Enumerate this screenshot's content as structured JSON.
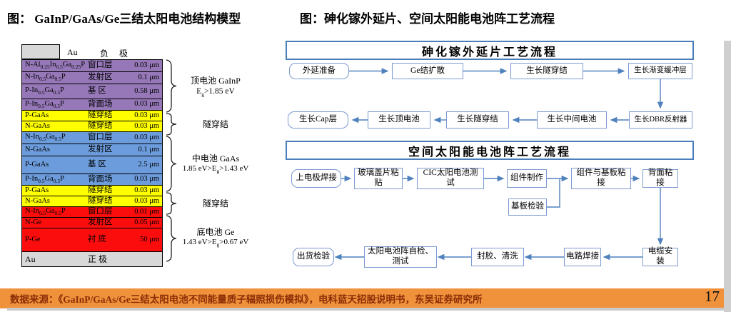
{
  "titles": {
    "left": "图：  GaInP/GaAs/Ge三结太阳电池结构模型",
    "right": "图：砷化镓外延片、空间太阳能电池阵工艺流程"
  },
  "stack": {
    "top_contact": {
      "material": "Au",
      "label": "负  极"
    },
    "layers": [
      {
        "material": "N-Al<sub>0.25</sub>In<sub>0.5</sub>Ga<sub>0.25</sub>P",
        "role": "窗口层",
        "thickness": "0.03 μm",
        "color": "purple"
      },
      {
        "material": "N-In<sub>0.5</sub>Ga<sub>0.5</sub>P",
        "role": "发射区",
        "thickness": "0.1 μm",
        "color": "purple"
      },
      {
        "material": "P-In<sub>0.5</sub>Ga<sub>0.5</sub>P",
        "role": "基  区",
        "thickness": "0.58 μm",
        "color": "purple"
      },
      {
        "material": "P-In<sub>0.5</sub>Ga<sub>0.5</sub>P",
        "role": "背面场",
        "thickness": "0.03 μm",
        "color": "purple"
      },
      {
        "material": "P-GaAs",
        "role": "隧穿结",
        "thickness": "0.03 μm",
        "color": "yellow"
      },
      {
        "material": "N-GaAs",
        "role": "隧穿结",
        "thickness": "0.03 μm",
        "color": "yellow"
      },
      {
        "material": "N-In<sub>0.5</sub>Ga<sub>0.5</sub>P",
        "role": "窗口层",
        "thickness": "0.03 μm",
        "color": "blue"
      },
      {
        "material": "N-GaAs",
        "role": "发射区",
        "thickness": "0.1 μm",
        "color": "blue"
      },
      {
        "material": "P-GaAs",
        "role": "基  区",
        "thickness": "2.5 μm",
        "color": "blue"
      },
      {
        "material": "P-In<sub>0.5</sub>Ga<sub>0.5</sub>P",
        "role": "背面场",
        "thickness": "0.03 μm",
        "color": "blue"
      },
      {
        "material": "P-GaAs",
        "role": "隧穿结",
        "thickness": "0.03 μm",
        "color": "yellow"
      },
      {
        "material": "N-GaAs",
        "role": "隧穿结",
        "thickness": "0.03 μm",
        "color": "yellow"
      },
      {
        "material": "N-In<sub>0.5</sub>Ga<sub>0.5</sub>P",
        "role": "窗口层",
        "thickness": "0.01 μm",
        "color": "red"
      },
      {
        "material": "N-Ge",
        "role": "发射区",
        "thickness": "0.05 μm",
        "color": "red"
      },
      {
        "material": "P-Ge",
        "role": "衬  底",
        "thickness": "50 μm",
        "color": "red"
      }
    ],
    "bottom_contact": {
      "material": "Au",
      "label": "正  极"
    },
    "groups": [
      {
        "line1": "顶电池 GaInP",
        "line2": "E<sub>g</sub>>1.85 eV"
      },
      {
        "line1": "隧穿结",
        "line2": ""
      },
      {
        "line1": "中电池 GaAs",
        "line2": "1.85 eV>E<sub>g</sub>>1.43 eV"
      },
      {
        "line1": "隧穿结",
        "line2": ""
      },
      {
        "line1": "底电池 Ge",
        "line2": "1.43 eV>E<sub>g</sub>>0.67 eV"
      }
    ]
  },
  "flow1": {
    "title": "砷化镓外延片工艺流程",
    "steps1": [
      "外延准备",
      "Ge结扩散",
      "生长隧穿结",
      "生长渐变缓冲层"
    ],
    "steps2": [
      "生长Cap层",
      "生长顶电池",
      "生长隧穿结",
      "生长中间电池",
      "生长DBR反射器"
    ]
  },
  "flow2": {
    "title": "空间太阳能电池阵工艺流程",
    "steps1": [
      "上电极焊接",
      "玻璃盖片粘贴",
      "CIC太阳电池测试",
      "组件制作",
      "组件与基板粘接",
      "背面粘接"
    ],
    "aux": "基板检验",
    "steps2": [
      "出货检验",
      "太阳电池阵自检、测试",
      "封胶、清洗",
      "电路焊接",
      "电缆安装"
    ]
  },
  "footer": {
    "source": "数据来源：《GaInP/GaAs/Ge三结太阳电池不同能量质子辐照损伤模拟》，电科蓝天招股说明书，东吴证券研究所",
    "page": "17"
  },
  "colors": {
    "top_cell": "#9678b8",
    "tunnel_junction": "#ffff00",
    "middle_cell": "#6d9cdc",
    "bottom_cell": "#fb0d0d",
    "contact": "#d8d8d8",
    "flow_border": "#7d9bd1",
    "flow_header_border": "#4a7ebb",
    "arrow": "#4f81bd",
    "footer_bar": "#f0913c",
    "footer_text": "#8b2d06"
  }
}
